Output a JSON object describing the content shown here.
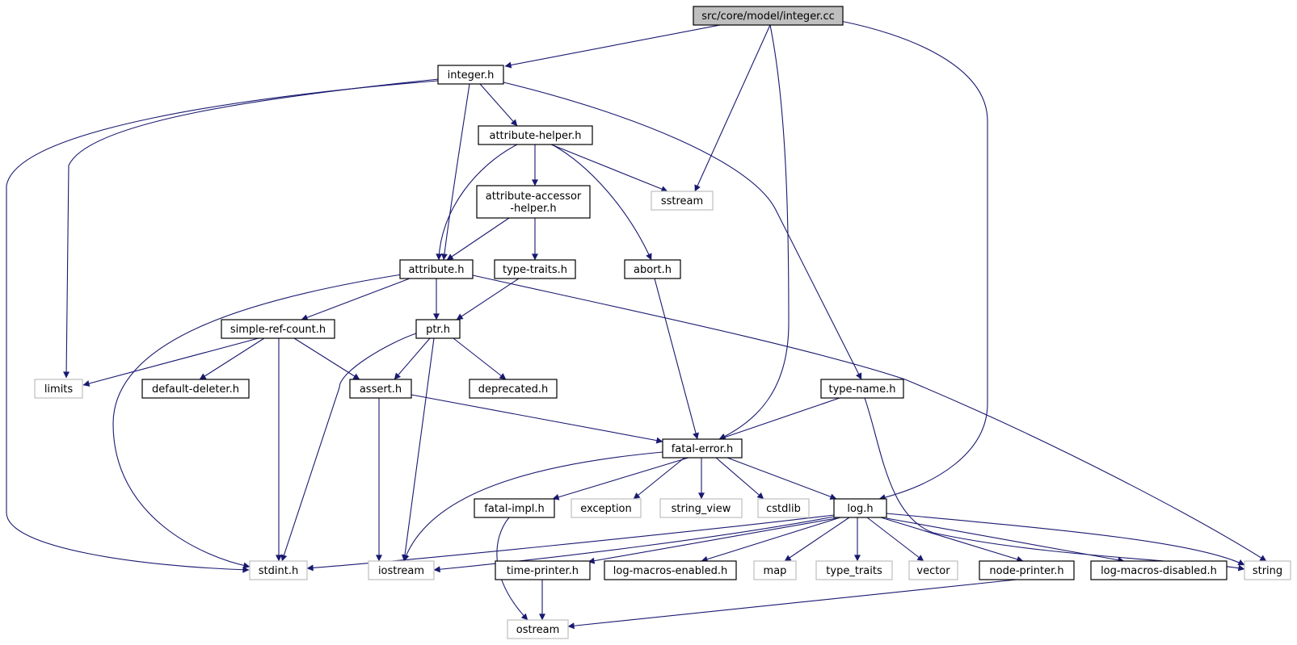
{
  "colors": {
    "edge": "#191970",
    "root_fill": "#bfbfbf",
    "root_border": "#000000",
    "header_border": "#000000",
    "system_border": "#bfbfbf",
    "fill": "#ffffff"
  },
  "nodes": [
    {
      "id": "integer_cc",
      "label": "src/core/model/integer.cc",
      "kind": "root"
    },
    {
      "id": "integer_h",
      "label": "integer.h",
      "kind": "header"
    },
    {
      "id": "attribute_helper_h",
      "label": "attribute-helper.h",
      "kind": "header"
    },
    {
      "id": "sstream",
      "label": "sstream",
      "kind": "system"
    },
    {
      "id": "attribute_accessor_helper_h",
      "label": "attribute-accessor\n-helper.h",
      "kind": "header"
    },
    {
      "id": "attribute_h",
      "label": "attribute.h",
      "kind": "header"
    },
    {
      "id": "type_traits_h",
      "label": "type-traits.h",
      "kind": "header"
    },
    {
      "id": "abort_h",
      "label": "abort.h",
      "kind": "header"
    },
    {
      "id": "simple_ref_count_h",
      "label": "simple-ref-count.h",
      "kind": "header"
    },
    {
      "id": "ptr_h",
      "label": "ptr.h",
      "kind": "header"
    },
    {
      "id": "limits",
      "label": "limits",
      "kind": "system"
    },
    {
      "id": "default_deleter_h",
      "label": "default-deleter.h",
      "kind": "header"
    },
    {
      "id": "assert_h",
      "label": "assert.h",
      "kind": "header"
    },
    {
      "id": "deprecated_h",
      "label": "deprecated.h",
      "kind": "header"
    },
    {
      "id": "type_name_h",
      "label": "type-name.h",
      "kind": "header"
    },
    {
      "id": "fatal_error_h",
      "label": "fatal-error.h",
      "kind": "header"
    },
    {
      "id": "fatal_impl_h",
      "label": "fatal-impl.h",
      "kind": "header"
    },
    {
      "id": "exception",
      "label": "exception",
      "kind": "system"
    },
    {
      "id": "string_view",
      "label": "string_view",
      "kind": "system"
    },
    {
      "id": "cstdlib",
      "label": "cstdlib",
      "kind": "system"
    },
    {
      "id": "log_h",
      "label": "log.h",
      "kind": "header"
    },
    {
      "id": "stdint_h",
      "label": "stdint.h",
      "kind": "system"
    },
    {
      "id": "iostream",
      "label": "iostream",
      "kind": "system"
    },
    {
      "id": "time_printer_h",
      "label": "time-printer.h",
      "kind": "header"
    },
    {
      "id": "log_macros_enabled_h",
      "label": "log-macros-enabled.h",
      "kind": "header"
    },
    {
      "id": "map",
      "label": "map",
      "kind": "system"
    },
    {
      "id": "type_traits",
      "label": "type_traits",
      "kind": "system"
    },
    {
      "id": "vector",
      "label": "vector",
      "kind": "system"
    },
    {
      "id": "node_printer_h",
      "label": "node-printer.h",
      "kind": "header"
    },
    {
      "id": "log_macros_disabled_h",
      "label": "log-macros-disabled.h",
      "kind": "header"
    },
    {
      "id": "string",
      "label": "string",
      "kind": "system"
    },
    {
      "id": "ostream",
      "label": "ostream",
      "kind": "system"
    }
  ],
  "edges": [
    {
      "from": "integer_cc",
      "to": "integer_h"
    },
    {
      "from": "integer_cc",
      "to": "sstream"
    },
    {
      "from": "integer_cc",
      "to": "fatal_error_h"
    },
    {
      "from": "integer_cc",
      "to": "log_h"
    },
    {
      "from": "integer_h",
      "to": "attribute_helper_h"
    },
    {
      "from": "integer_h",
      "to": "attribute_h"
    },
    {
      "from": "integer_h",
      "to": "limits"
    },
    {
      "from": "integer_h",
      "to": "stdint_h"
    },
    {
      "from": "integer_h",
      "to": "type_name_h"
    },
    {
      "from": "attribute_helper_h",
      "to": "attribute_accessor_helper_h"
    },
    {
      "from": "attribute_helper_h",
      "to": "sstream"
    },
    {
      "from": "attribute_helper_h",
      "to": "abort_h"
    },
    {
      "from": "attribute_helper_h",
      "to": "attribute_h"
    },
    {
      "from": "attribute_accessor_helper_h",
      "to": "attribute_h"
    },
    {
      "from": "attribute_accessor_helper_h",
      "to": "type_traits_h"
    },
    {
      "from": "attribute_h",
      "to": "ptr_h"
    },
    {
      "from": "attribute_h",
      "to": "simple_ref_count_h"
    },
    {
      "from": "attribute_h",
      "to": "stdint_h"
    },
    {
      "from": "attribute_h",
      "to": "string"
    },
    {
      "from": "type_traits_h",
      "to": "ptr_h"
    },
    {
      "from": "abort_h",
      "to": "fatal_error_h"
    },
    {
      "from": "simple_ref_count_h",
      "to": "limits"
    },
    {
      "from": "simple_ref_count_h",
      "to": "default_deleter_h"
    },
    {
      "from": "simple_ref_count_h",
      "to": "assert_h"
    },
    {
      "from": "simple_ref_count_h",
      "to": "stdint_h"
    },
    {
      "from": "ptr_h",
      "to": "assert_h"
    },
    {
      "from": "ptr_h",
      "to": "deprecated_h"
    },
    {
      "from": "ptr_h",
      "to": "iostream"
    },
    {
      "from": "ptr_h",
      "to": "stdint_h"
    },
    {
      "from": "assert_h",
      "to": "fatal_error_h"
    },
    {
      "from": "assert_h",
      "to": "iostream"
    },
    {
      "from": "type_name_h",
      "to": "fatal_error_h"
    },
    {
      "from": "type_name_h",
      "to": "string"
    },
    {
      "from": "fatal_error_h",
      "to": "fatal_impl_h"
    },
    {
      "from": "fatal_error_h",
      "to": "exception"
    },
    {
      "from": "fatal_error_h",
      "to": "string_view"
    },
    {
      "from": "fatal_error_h",
      "to": "cstdlib"
    },
    {
      "from": "fatal_error_h",
      "to": "log_h"
    },
    {
      "from": "fatal_error_h",
      "to": "iostream"
    },
    {
      "from": "fatal_impl_h",
      "to": "ostream"
    },
    {
      "from": "log_h",
      "to": "stdint_h"
    },
    {
      "from": "log_h",
      "to": "iostream"
    },
    {
      "from": "log_h",
      "to": "time_printer_h"
    },
    {
      "from": "log_h",
      "to": "log_macros_enabled_h"
    },
    {
      "from": "log_h",
      "to": "map"
    },
    {
      "from": "log_h",
      "to": "type_traits"
    },
    {
      "from": "log_h",
      "to": "vector"
    },
    {
      "from": "log_h",
      "to": "node_printer_h"
    },
    {
      "from": "log_h",
      "to": "log_macros_disabled_h"
    },
    {
      "from": "log_h",
      "to": "string"
    },
    {
      "from": "time_printer_h",
      "to": "ostream"
    },
    {
      "from": "node_printer_h",
      "to": "ostream"
    }
  ]
}
